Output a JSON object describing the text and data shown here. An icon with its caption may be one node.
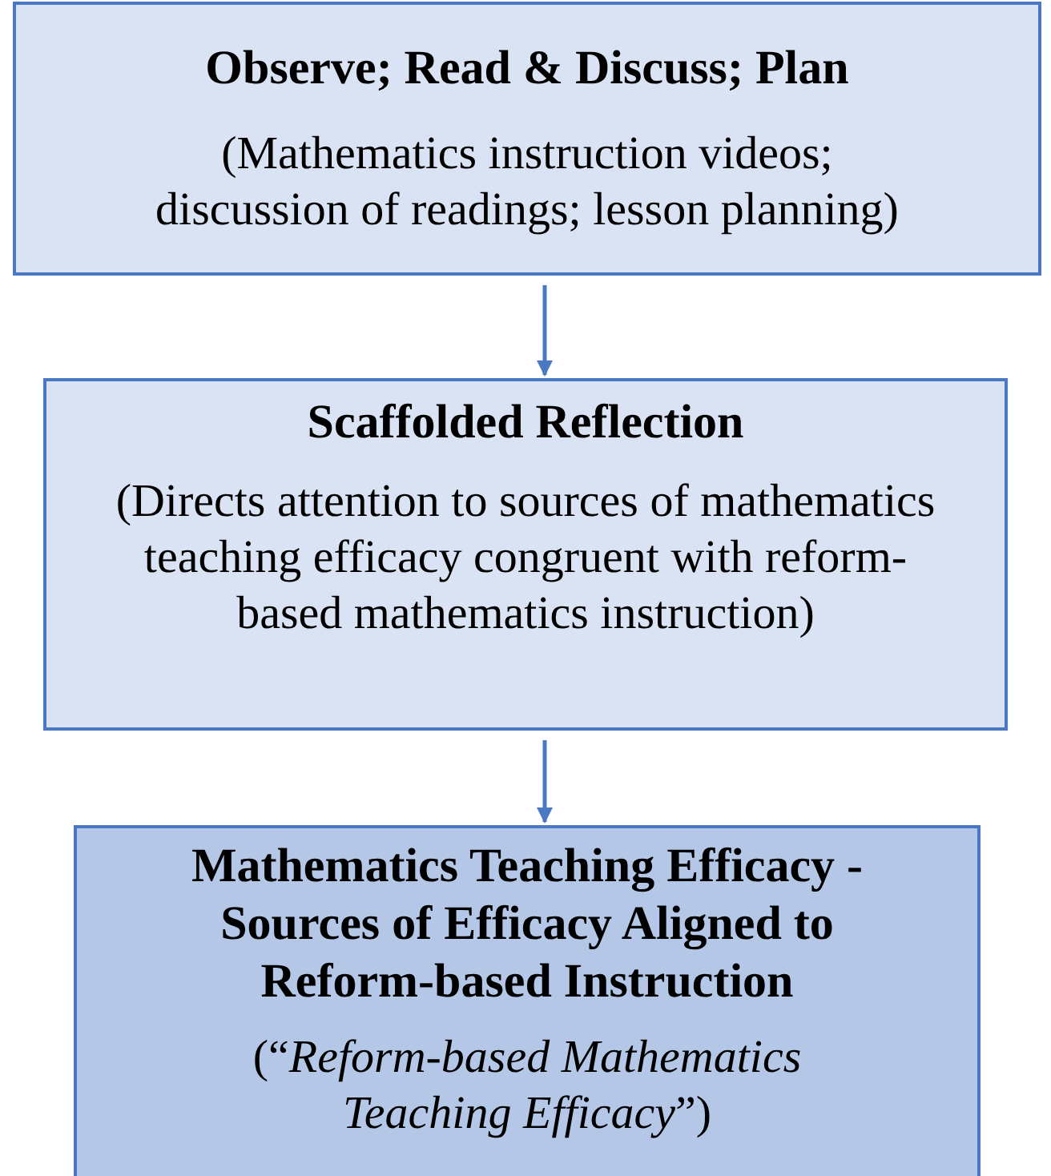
{
  "diagram": {
    "nodes": [
      {
        "text": [
          "Observe; Read & Discuss; Plan",
          "(Mathematics instruction videos; discussion of readings; lesson planning)"
        ]
      },
      {
        "text": [
          "Scaffolded Reflection",
          "(Directs attention to sources of mathematics teaching efficacy congruent with reform-based mathematics instruction)"
        ]
      },
      {
        "text": [
          "Mathematics Teaching Efficacy - Sources of Efficacy Aligned to Reform-based Instruction",
          "(“*Reform-based Mathematics Teaching Efficacy*”)"
        ]
      }
    ],
    "edges": [
      {
        "from": 0,
        "to": 1,
        "arrow": "to"
      },
      {
        "from": 1,
        "to": 2,
        "arrow": "to"
      }
    ]
  }
}
